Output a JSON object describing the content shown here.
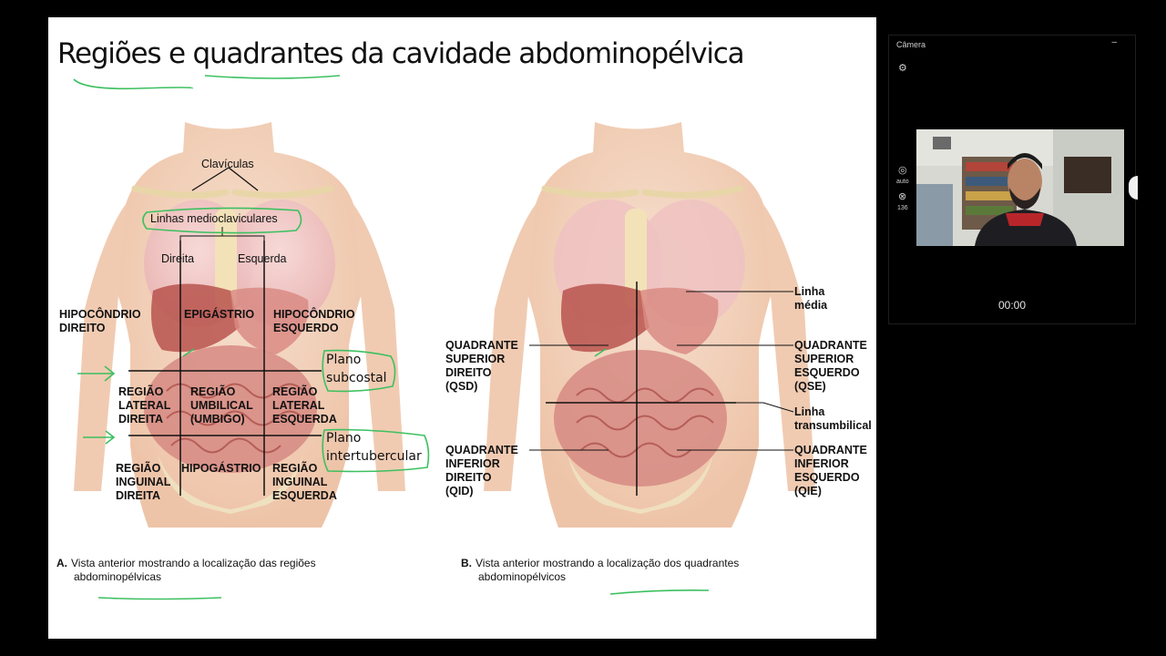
{
  "slide": {
    "title": "Regiões e quadrantes da cavidade abdominopélvica",
    "figure_a": {
      "labels": {
        "claviculas": "Clavículas",
        "linhas_medioclaviculares": "Linhas medioclaviculares",
        "direita": "Direita",
        "esquerda": "Esquerda",
        "hipocondrio_direito": "HIPOCÔNDRIO\nDIREITO",
        "epigastrio": "EPIGÁSTRIO",
        "hipocondrio_esquerdo": "HIPOCÔNDRIO\nESQUERDO",
        "regiao_lateral_direita": "REGIÃO\nLATERAL\nDIREITA",
        "regiao_umbilical": "REGIÃO\nUMBILICAL\n(UMBIGO)",
        "regiao_lateral_esquerda": "REGIÃO\nLATERAL\nESQUERDA",
        "regiao_inguinal_direita": "REGIÃO\nINGUINAL\nDIREITA",
        "hipogastrio": "HIPOGÁSTRIO",
        "regiao_inguinal_esquerda": "REGIÃO\nINGUINAL\nESQUERDA"
      },
      "caption_letter": "A.",
      "caption_line1": "Vista anterior mostrando a localização das regiões",
      "caption_line2": "abdominopélvicas"
    },
    "figure_b": {
      "labels": {
        "linha_media": "Linha\nmédia",
        "qsd": "QUADRANTE\nSUPERIOR\nDIREITO\n(QSD)",
        "qse": "QUADRANTE\nSUPERIOR\nESQUERDO\n(QSE)",
        "linha_transumbilical": "Linha\ntransumbilical",
        "qid": "QUADRANTE\nINFERIOR\nDIREITO\n(QID)",
        "qie": "QUADRANTE\nINFERIOR\nESQUERDO\n(QIE)"
      },
      "caption_letter": "B.",
      "caption_line1": "Vista anterior mostrando a localização dos quadrantes",
      "caption_line2": "abdominopélvicos"
    },
    "annotations": {
      "plano_subcostal": "Plano\nsubcostal",
      "plano_intertubercular": "Plano\nintertubercular"
    },
    "colors": {
      "annotation_green": "#3cc060",
      "skin": "#f3d6c2",
      "organ_red": "#c76a64"
    }
  },
  "camera": {
    "title": "Câmera",
    "minimize": "–",
    "auto_label": "auto",
    "iso_value": "136",
    "timer": "00:00"
  }
}
